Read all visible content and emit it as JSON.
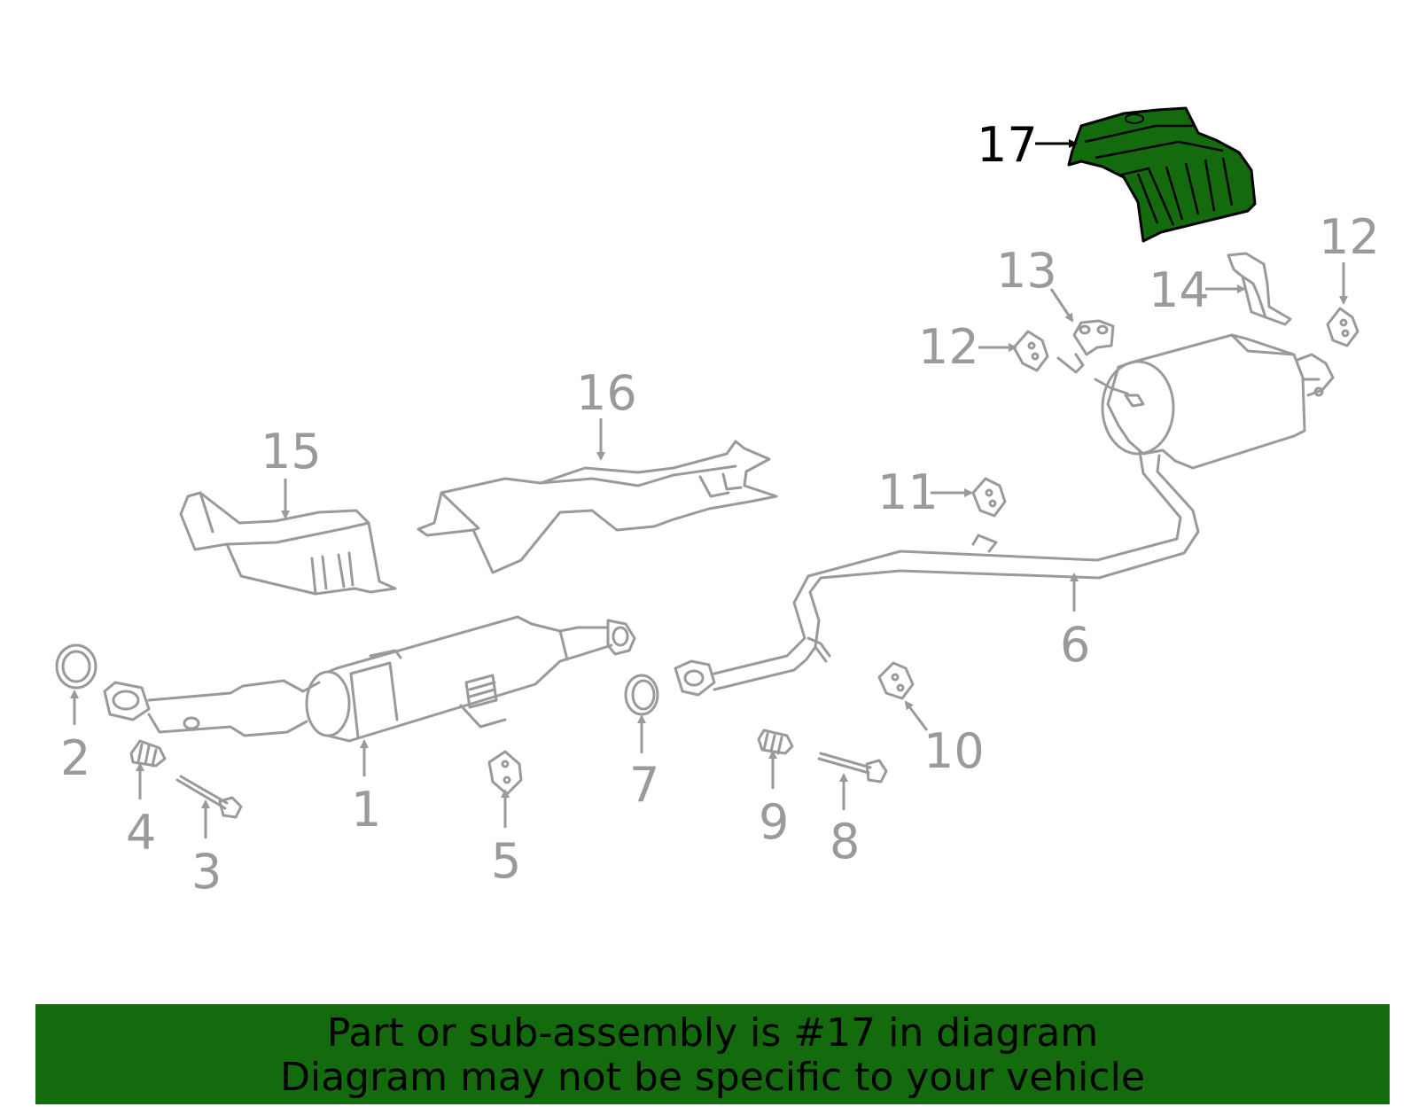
{
  "diagram": {
    "highlighted_part": "17",
    "highlight_color": "#146b0e",
    "part_color": "#9a9a9a",
    "callouts": {
      "c1": "1",
      "c2": "2",
      "c3": "3",
      "c4": "4",
      "c5": "5",
      "c6": "6",
      "c7": "7",
      "c8": "8",
      "c9": "9",
      "c10": "10",
      "c11": "11",
      "c12a": "12",
      "c12b": "12",
      "c13": "13",
      "c14": "14",
      "c15": "15",
      "c16": "16",
      "c17": "17"
    }
  },
  "banner": {
    "line1": "Part or sub-assembly is #17 in diagram",
    "line2": "Diagram may not be specific to your vehicle",
    "background": "#146b0e"
  }
}
